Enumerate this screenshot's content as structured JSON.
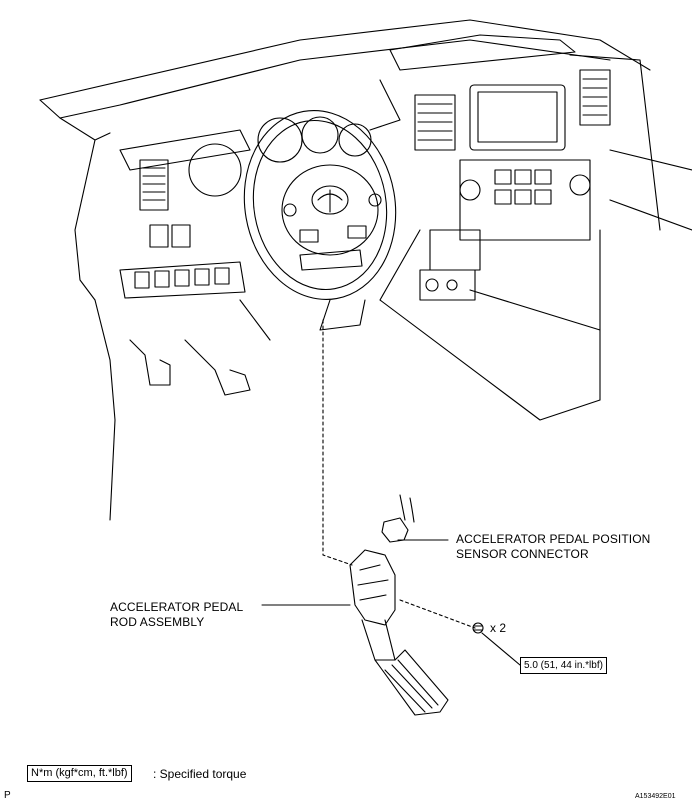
{
  "labels": {
    "sensor_connector": [
      "ACCELERATOR PEDAL POSITION",
      "SENSOR CONNECTOR"
    ],
    "rod_assembly": [
      "ACCELERATOR PEDAL",
      "ROD ASSEMBLY"
    ],
    "quantity": "x 2",
    "torque_value": "5.0 (51, 44 in.*lbf)"
  },
  "legend": {
    "unit_box": "N*m (kgf*cm, ft.*lbf)",
    "description": ": Specified torque"
  },
  "figure_id": "A153492E01",
  "corner_mark": "P"
}
